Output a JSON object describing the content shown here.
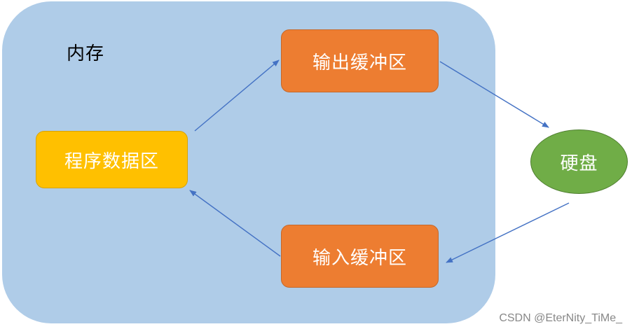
{
  "diagram": {
    "memory_label": "内存",
    "program_data_area": "程序数据区",
    "output_buffer": "输出缓冲区",
    "input_buffer": "输入缓冲区",
    "disk": "硬盘"
  },
  "colors": {
    "memory_fill": "#afcce8",
    "program_fill": "#ffc000",
    "buffer_fill": "#ed7d31",
    "disk_fill": "#70ad47",
    "arrow": "#4472c4"
  },
  "watermark": "CSDN @EterNity_TiMe_"
}
